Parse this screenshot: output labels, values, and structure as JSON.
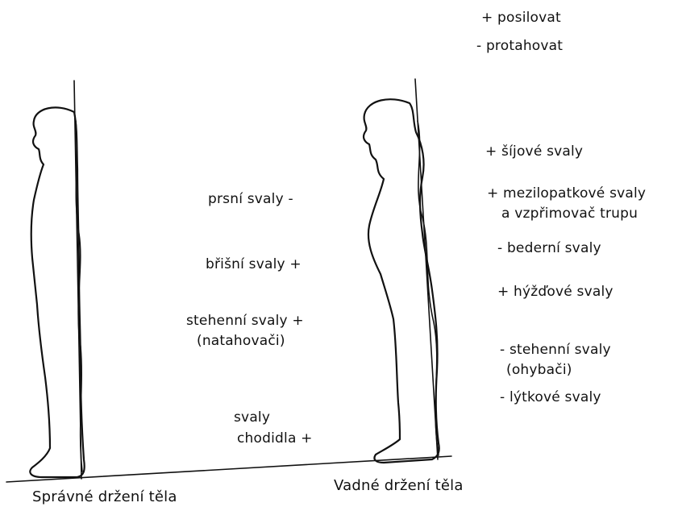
{
  "legend": {
    "plus": "+ posilovat",
    "minus": "- protahovat"
  },
  "captions": {
    "correct": "Správné držení těla",
    "incorrect": "Vadné držení těla"
  },
  "center_labels": {
    "chest": "prsní svaly -",
    "abdominal": "břišní svaly +",
    "thigh_line1": "stehenní svaly +",
    "thigh_line2": "(natahovači)",
    "foot_line1": "svaly",
    "foot_line2": "chodidla +"
  },
  "right_labels": {
    "neck": "+ šíjové svaly",
    "interscapular_line1": "+ mezilopatkové svaly",
    "interscapular_line2": "a vzpřimovač trupu",
    "lumbar": "- bederní svaly",
    "gluteal": "+ hýžďové svaly",
    "thigh_line1": "- stehenní svaly",
    "thigh_line2": "(ohybači)",
    "calf": "- lýtkové svaly"
  }
}
